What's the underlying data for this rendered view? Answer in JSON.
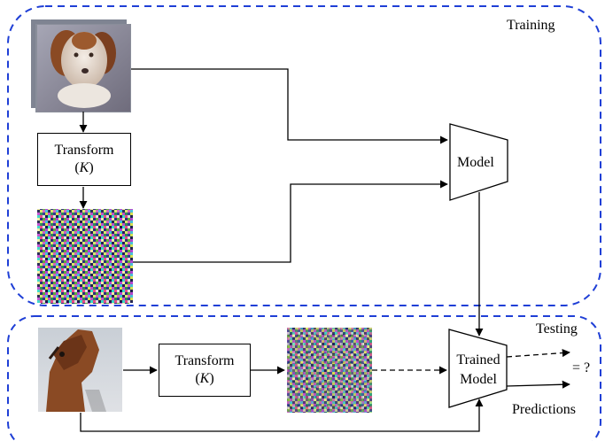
{
  "regions": {
    "training_label": "Training",
    "testing_label": "Testing"
  },
  "transform_train": {
    "line1": "Transform",
    "paren_open": "(",
    "symbol": "K",
    "paren_close": ")"
  },
  "transform_test": {
    "line1": "Transform",
    "paren_open": "(",
    "symbol": "K",
    "paren_close": ")"
  },
  "model": {
    "label": "Model"
  },
  "trained_model": {
    "line1": "Trained",
    "line2": "Model"
  },
  "outputs": {
    "unknown": "= ?",
    "predictions": "Predictions"
  },
  "images": {
    "train_input": "dog-image",
    "train_transformed": "transformed-noise-images",
    "test_input": "horse-image",
    "test_transformed": "transformed-noise-image"
  },
  "colors": {
    "region_border": "#1f3fd6",
    "line": "#000000"
  }
}
